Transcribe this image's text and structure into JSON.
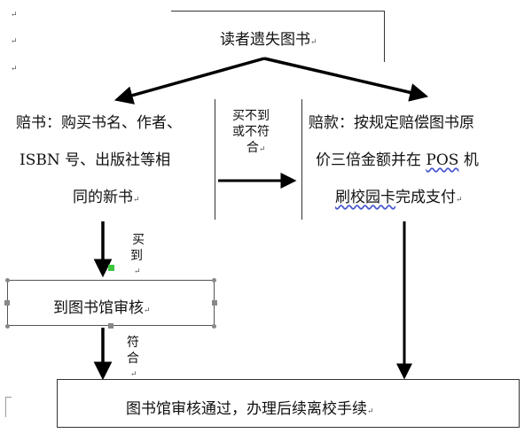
{
  "paragraph_marks": [
    "↵",
    "↵",
    "↵"
  ],
  "nodes": {
    "top": "读者遗失图书",
    "left": {
      "line1": "赔书：购买书名、作者、",
      "line2": "ISBN 号、出版社等相",
      "line3": "同的新书"
    },
    "right": {
      "line1": "赔款：按规定赔偿图书原",
      "line2_before": "价三倍金额并在 ",
      "line2_pos": "POS",
      "line2_after": " 机",
      "line3_wavy": "刷校园卡",
      "line3_after": "完成支付"
    },
    "middle": "到图书馆审核",
    "bottom": "图书馆审核通过，办理后续离校手续"
  },
  "edge_labels": {
    "cannot_buy": {
      "line1": "买不到",
      "line2": "或不符",
      "line3": "合"
    },
    "bought": {
      "line1": "买",
      "line2": "到"
    },
    "matches": {
      "line1": "符",
      "line2": "合"
    }
  }
}
